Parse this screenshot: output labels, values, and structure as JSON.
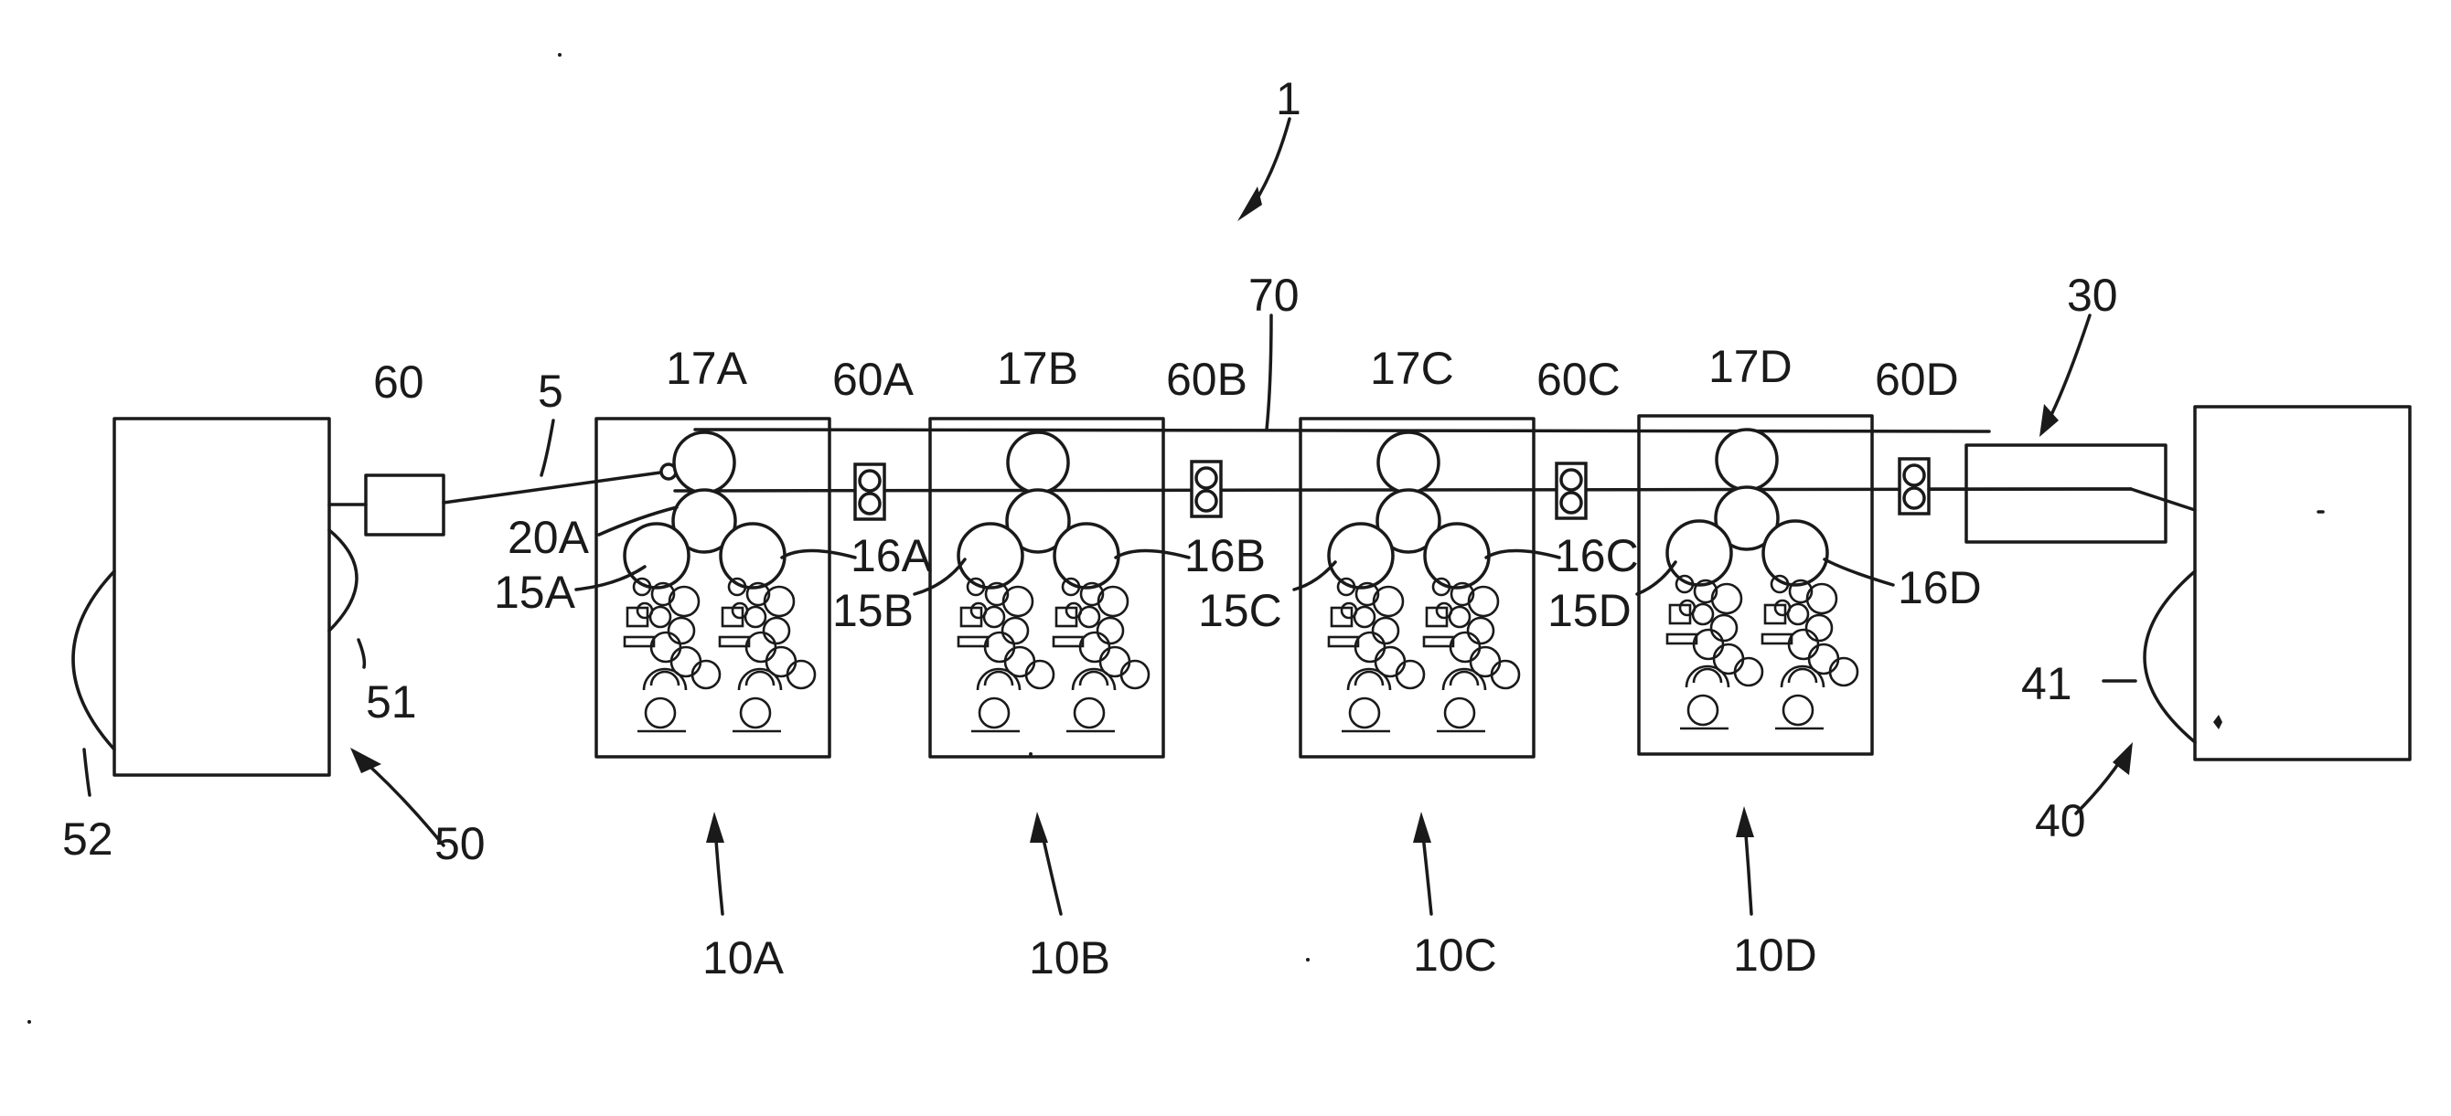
{
  "labels": {
    "l1": "1",
    "l70": "70",
    "l30": "30",
    "l60": "60",
    "l5": "5",
    "l17A": "17A",
    "l60A": "60A",
    "l17B": "17B",
    "l60B": "60B",
    "l17C": "17C",
    "l60C": "60C",
    "l17D": "17D",
    "l60D": "60D",
    "l20A": "20A",
    "l15A": "15A",
    "l16A": "16A",
    "l15B": "15B",
    "l16B": "16B",
    "l15C": "15C",
    "l16C": "16C",
    "l15D": "15D",
    "l16D": "16D",
    "l51": "51",
    "l52": "52",
    "l50": "50",
    "l41": "41",
    "l40": "40",
    "l10A": "10A",
    "l10B": "10B",
    "l10C": "10C",
    "l10D": "10D"
  }
}
